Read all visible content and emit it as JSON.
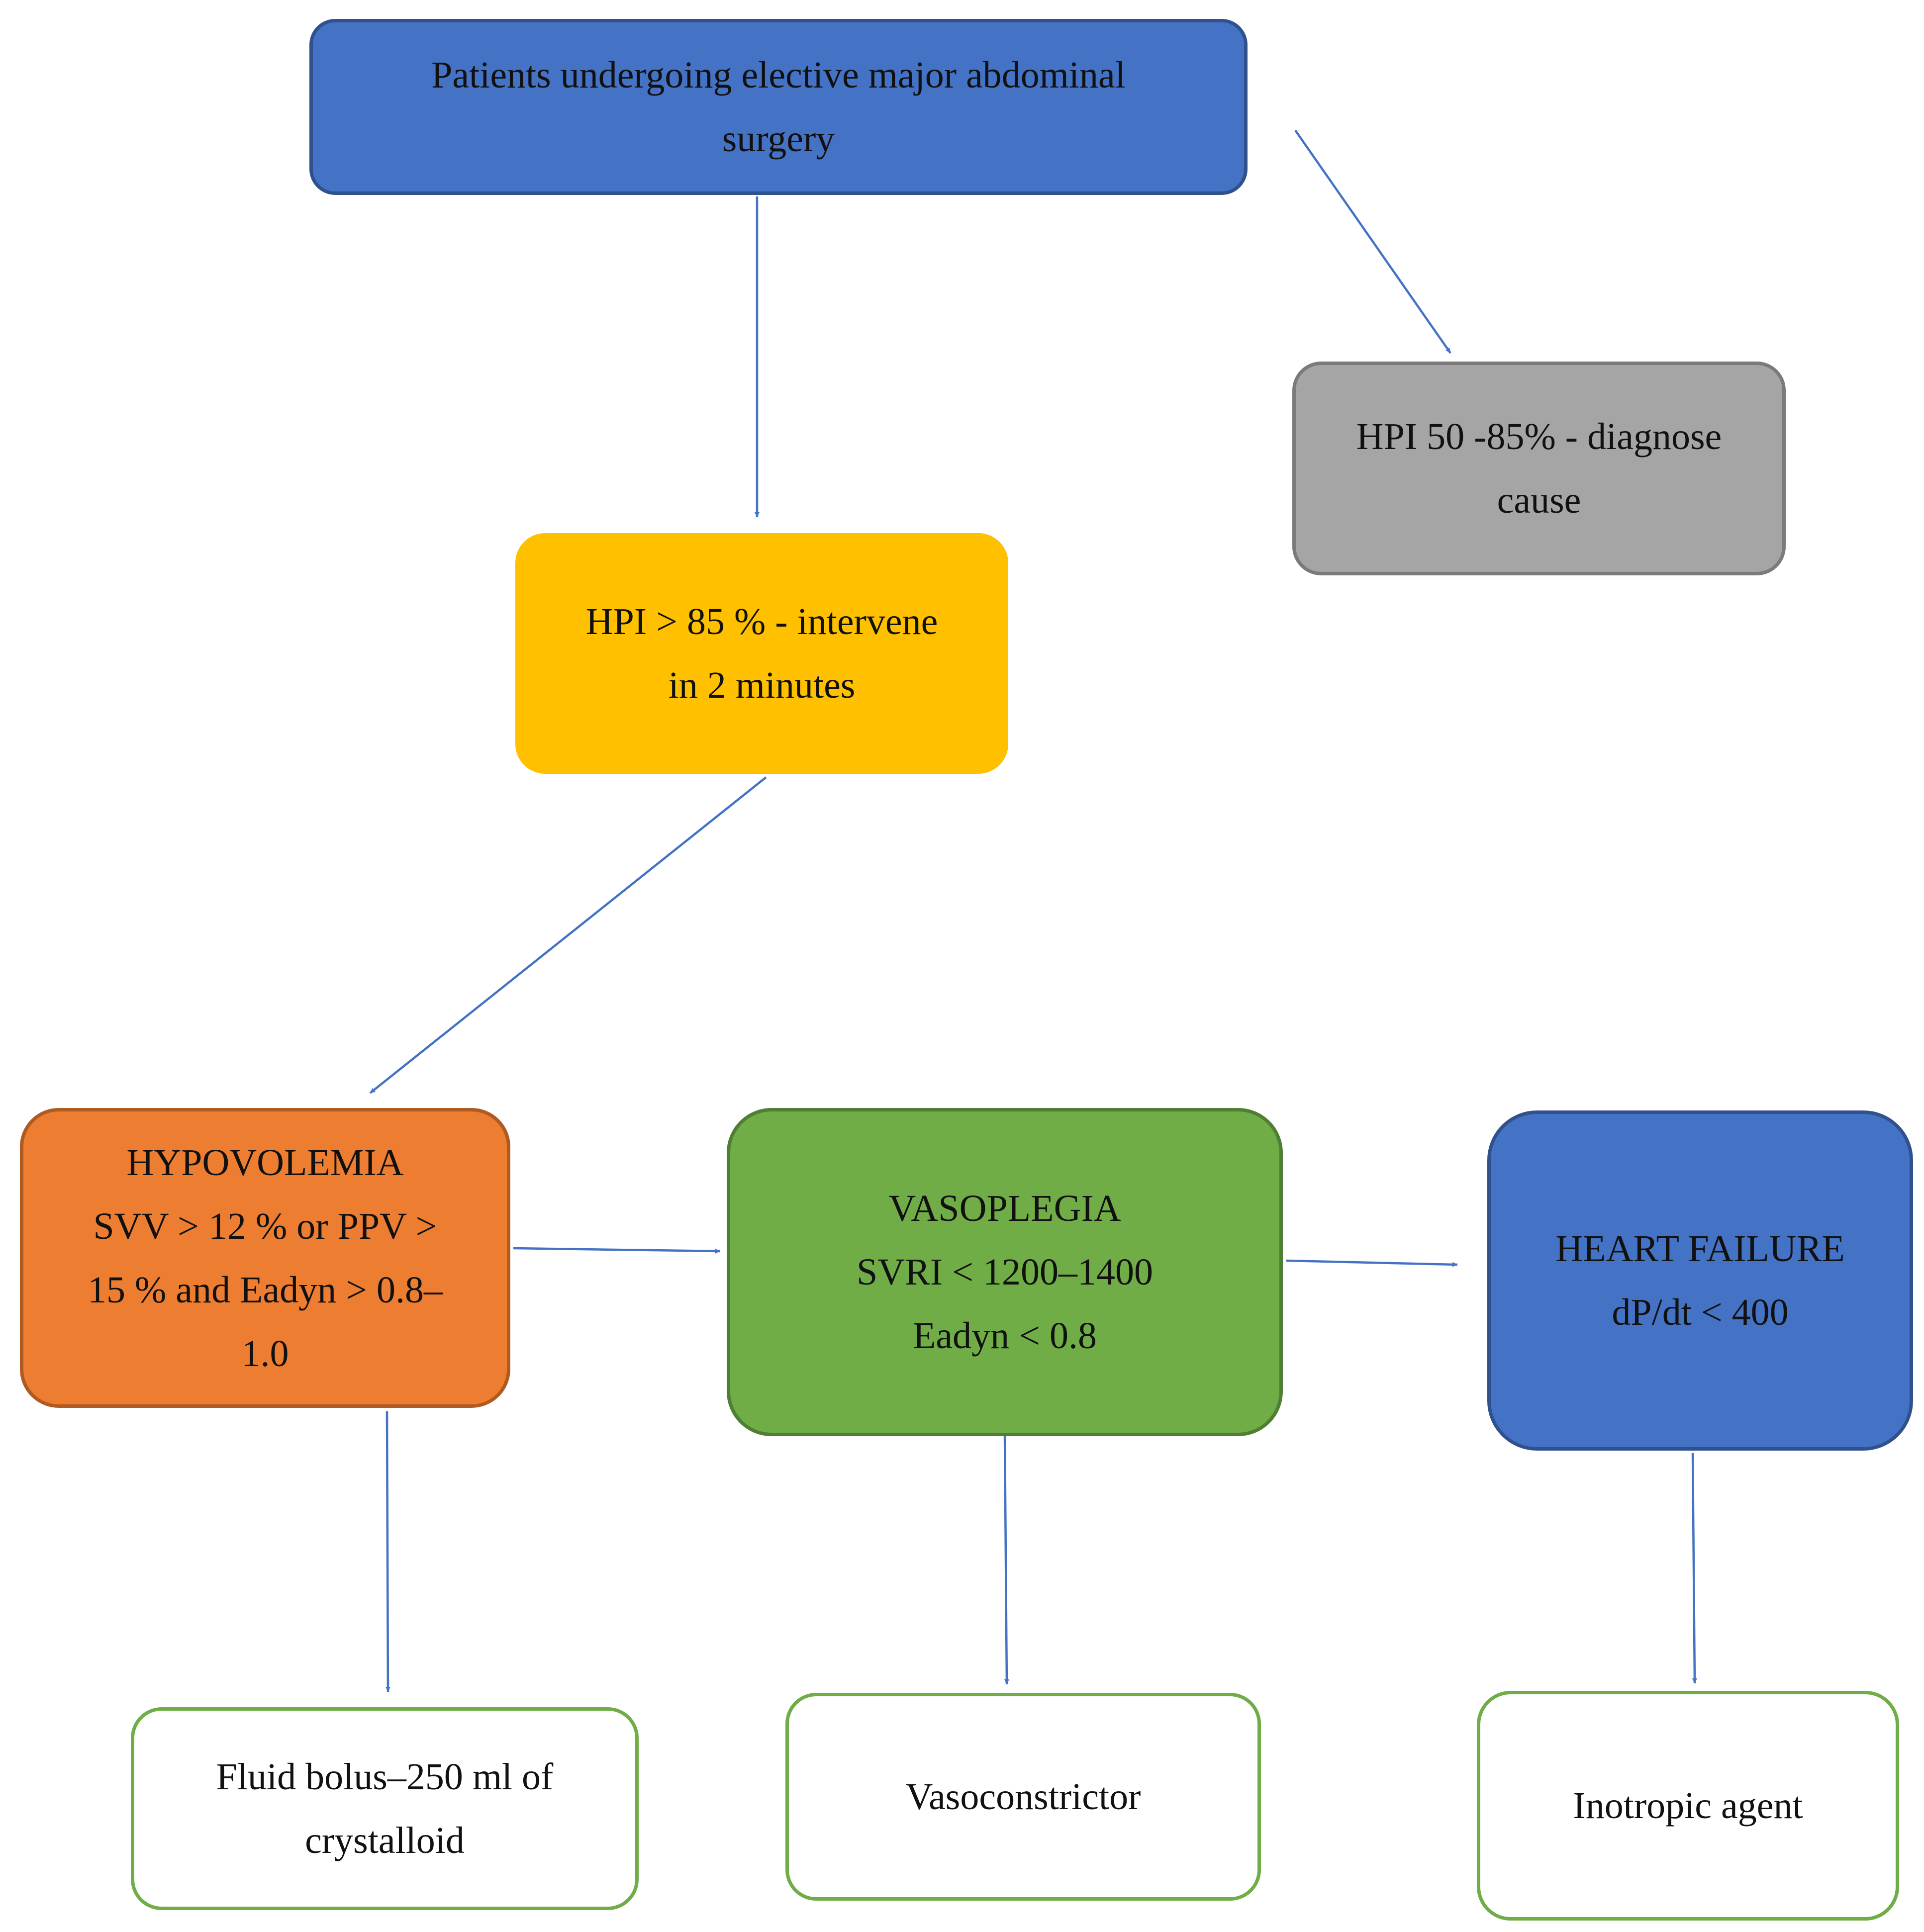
{
  "diagram": {
    "colors": {
      "arrow": "#4472c4",
      "start_fill": "#4472c4",
      "diagnose_fill": "#a5a5a5",
      "intervene_fill": "#ffc000",
      "hypovolemia_fill": "#ed7d31",
      "vasoplegia_fill": "#70ad47",
      "heart_failure_fill": "#4472c4",
      "outcome_border": "#70ad47"
    },
    "nodes": {
      "start": {
        "text": "Patients undergoing elective major abdominal surgery"
      },
      "diagnose": {
        "line1": "HPI 50 -85% - diagnose",
        "line2": "cause"
      },
      "intervene": {
        "line1": "HPI > 85 % - intervene",
        "line2": "in 2 minutes"
      },
      "hypovolemia": {
        "line1": "HYPOVOLEMIA",
        "line2": "SVV > 12 % or PPV >",
        "line3": "15 % and Eadyn > 0.8–",
        "line4": "1.0"
      },
      "vasoplegia": {
        "line1": "VASOPLEGIA",
        "line2": "SVRI < 1200–1400",
        "line3": "Eadyn < 0.8"
      },
      "heart_failure": {
        "line1": "HEART FAILURE",
        "line2": "dP/dt < 400"
      },
      "fluid": {
        "line1": "Fluid bolus–250 ml of",
        "line2": "crystalloid"
      },
      "vasoconstrictor": {
        "text": "Vasoconstrictor"
      },
      "inotropic": {
        "text": "Inotropic agent"
      }
    },
    "edges": [
      {
        "from": "start",
        "to": "intervene"
      },
      {
        "from": "start",
        "to": "diagnose"
      },
      {
        "from": "intervene",
        "to": "hypovolemia"
      },
      {
        "from": "hypovolemia",
        "to": "vasoplegia"
      },
      {
        "from": "vasoplegia",
        "to": "heart_failure"
      },
      {
        "from": "hypovolemia",
        "to": "fluid"
      },
      {
        "from": "vasoplegia",
        "to": "vasoconstrictor"
      },
      {
        "from": "heart_failure",
        "to": "inotropic"
      }
    ]
  }
}
